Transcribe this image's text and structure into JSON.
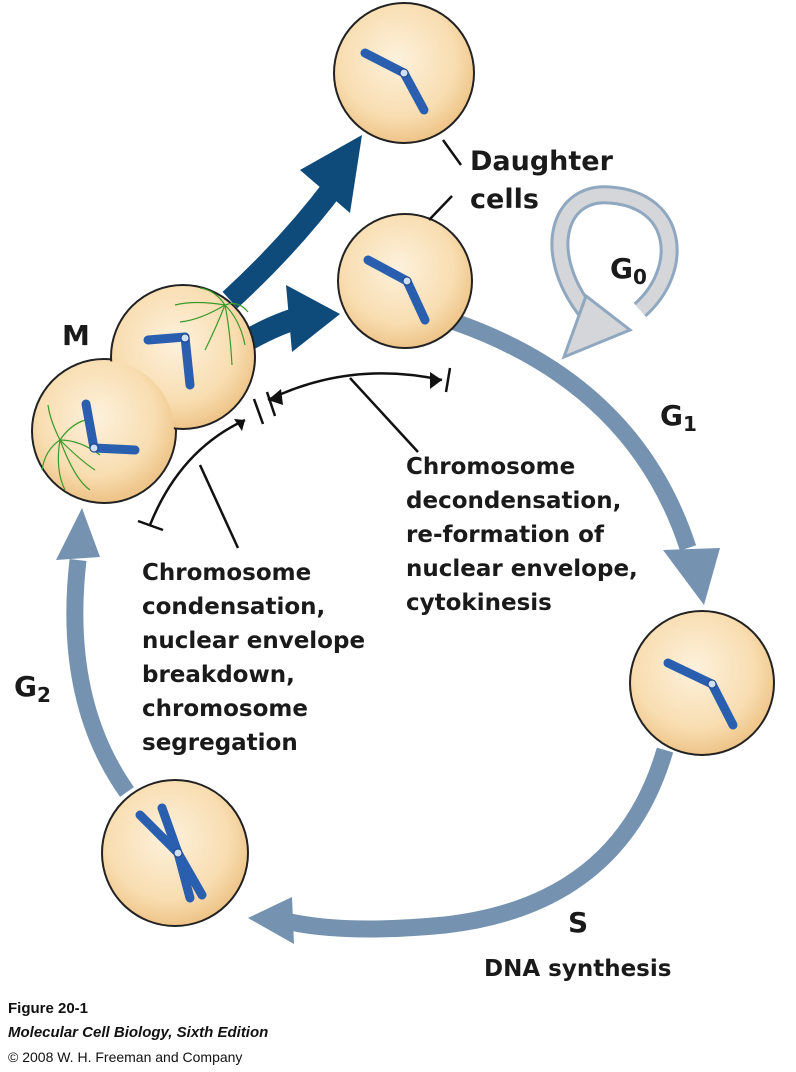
{
  "labels": {
    "daughter_cells": [
      "Daughter",
      "cells"
    ],
    "phase_m": "M",
    "phase_g0": "G",
    "phase_g0_sub": "0",
    "phase_g1": "G",
    "phase_g1_sub": "1",
    "phase_g2": "G",
    "phase_g2_sub": "2",
    "phase_s": "S",
    "s_desc": "DNA synthesis",
    "decondensation": [
      "Chromosome",
      "decondensation,",
      "re-formation of",
      "nuclear envelope,",
      "cytokinesis"
    ],
    "condensation": [
      "Chromosome",
      "condensation,",
      "nuclear envelope",
      "breakdown,",
      "chromosome",
      "segregation"
    ]
  },
  "caption": {
    "title": "Figure 20-1",
    "book": "Molecular Cell Biology, Sixth Edition",
    "copyright": "© 2008 W. H. Freeman and Company"
  },
  "colors": {
    "cycle_arrow": "#7593b1",
    "m_arrow": "#0e4a7a",
    "g0_arrow_fill": "#d4d6d9",
    "g0_arrow_stroke": "#8fa7bf",
    "cell_fill": "#f8ddb0",
    "cell_stroke": "#222222",
    "chromosome": "#2a5fb0",
    "spindle": "#3a9a2a"
  }
}
